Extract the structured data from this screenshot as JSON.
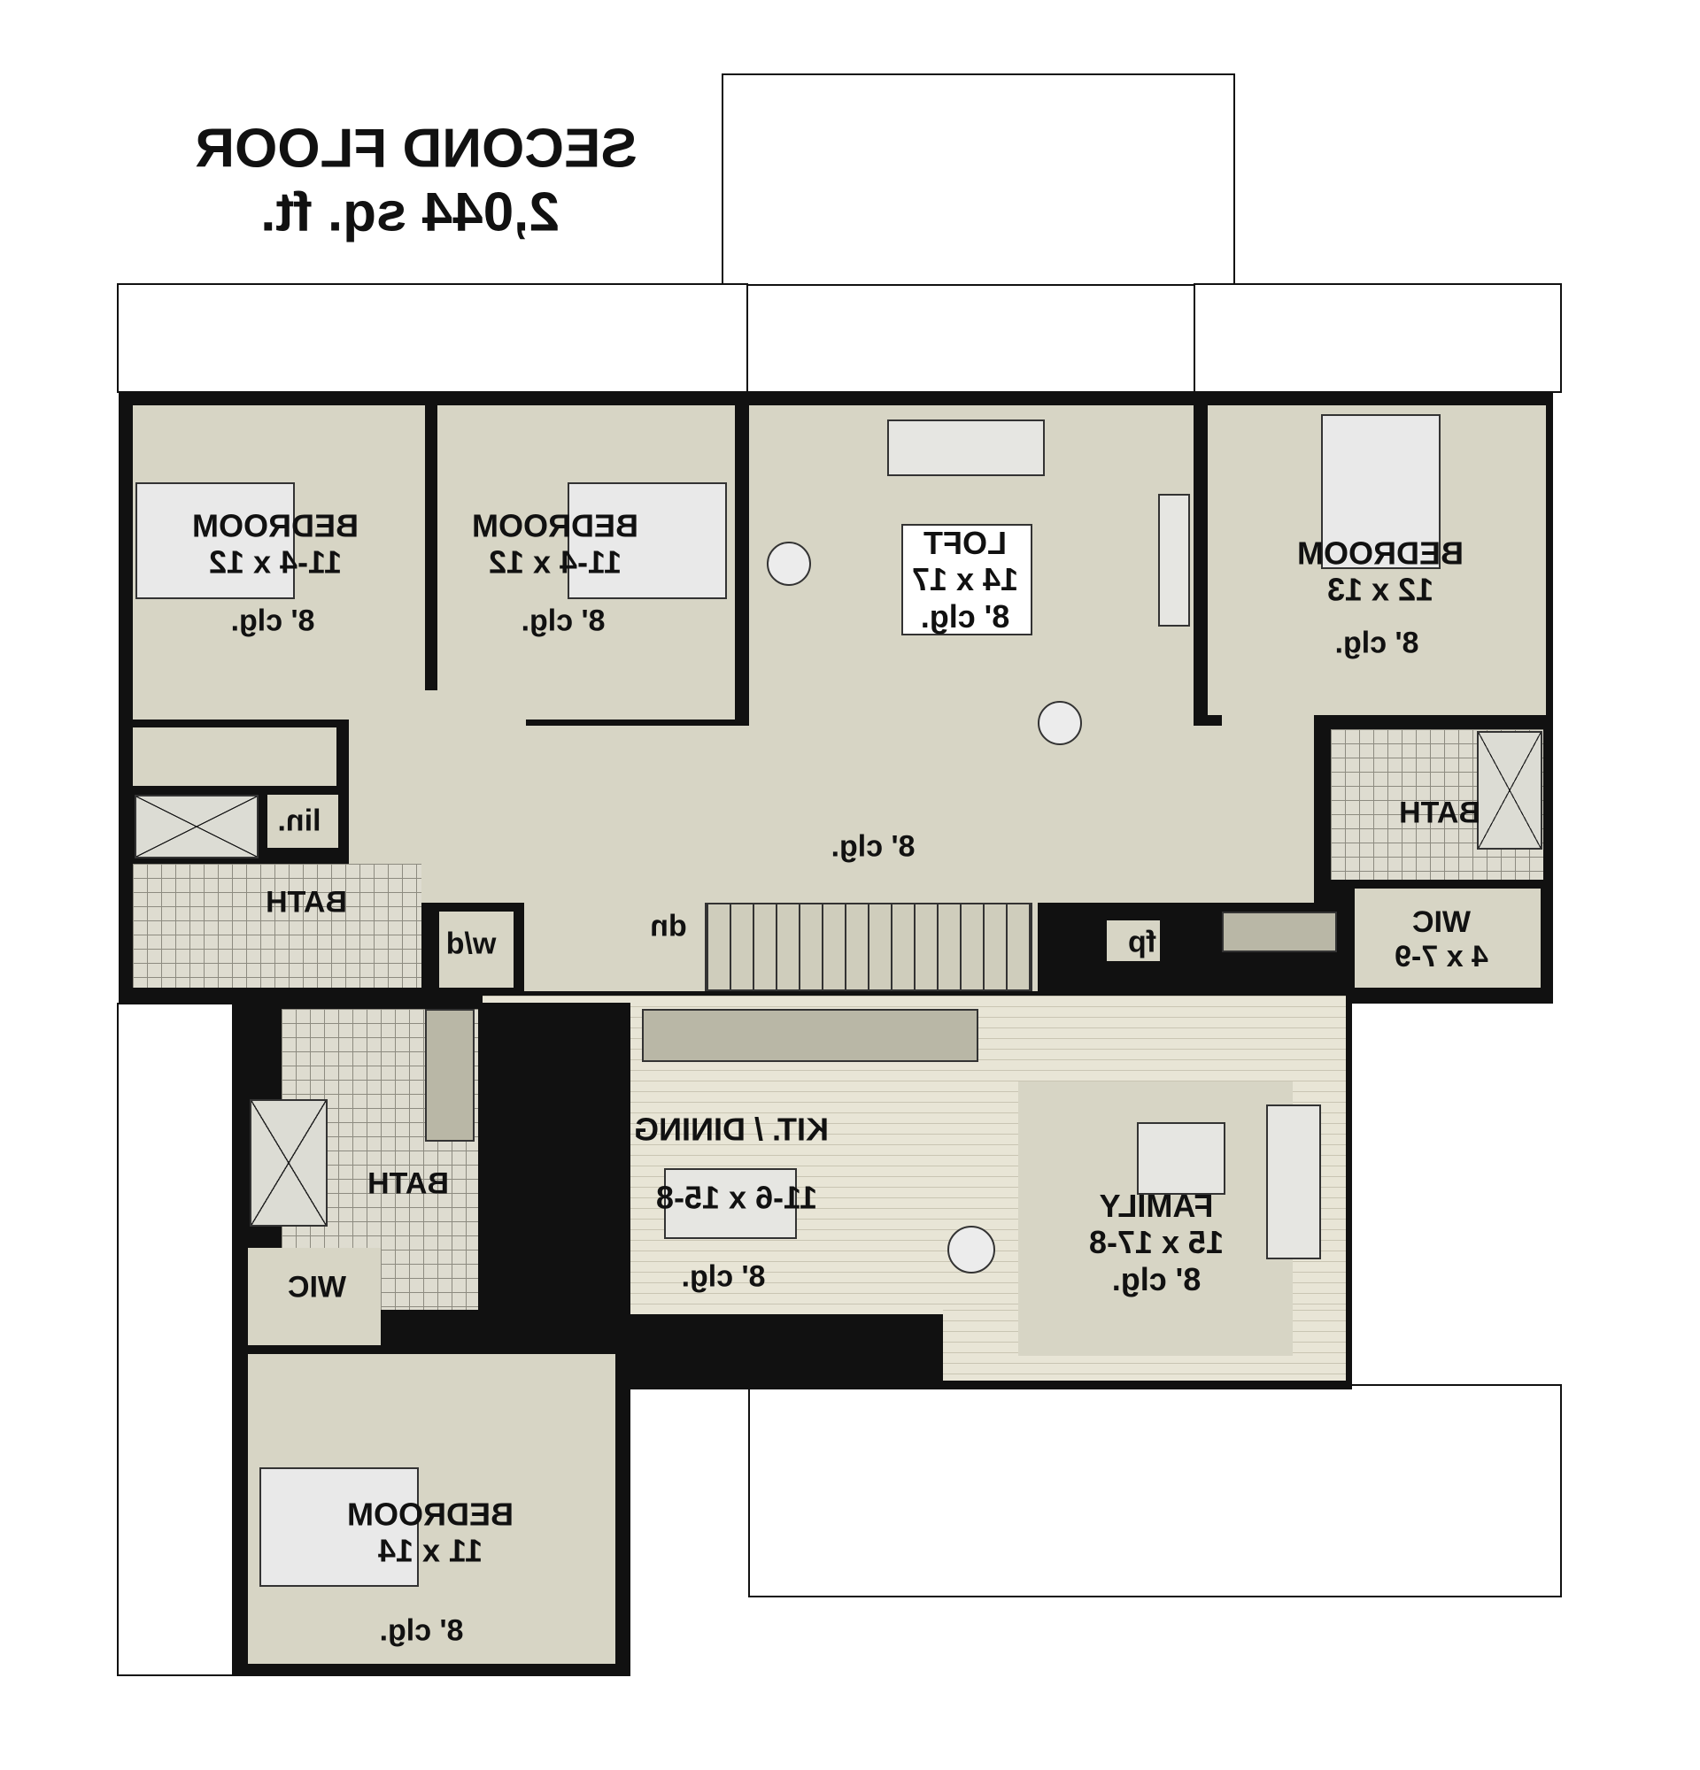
{
  "header": {
    "title": "SECOND FLOOR",
    "area": "2,044 sq. ft."
  },
  "rooms": {
    "bedroom1": {
      "name": "BEDROOM",
      "size": "11-4 x 12",
      "ceiling": "8' clg."
    },
    "bedroom2": {
      "name": "BEDROOM",
      "size": "11-4 x 12",
      "ceiling": "8' clg."
    },
    "loft": {
      "name": "LOFT",
      "size": "14 x 17",
      "ceiling": "8' clg."
    },
    "bedroom3": {
      "name": "BEDROOM",
      "size": "12 x 13",
      "ceiling": "8' clg."
    },
    "bath_right": {
      "name": "BATH"
    },
    "hall": {
      "ceiling": "8' clg."
    },
    "linen": {
      "name": "lin."
    },
    "bath_left": {
      "name": "BATH"
    },
    "laundry": {
      "name": "w/d"
    },
    "stairs": {
      "name": "dn"
    },
    "fireplace": {
      "name": "fp"
    },
    "wic_right": {
      "name": "WIC",
      "size": "4 x 7-9"
    },
    "kitchen_dining": {
      "name": "KIT. / DINING",
      "size": "11-6 x 15-8",
      "ceiling": "8' clg."
    },
    "family": {
      "name": "FAMILY",
      "size": "15 x 17-8",
      "ceiling": "8' clg."
    },
    "bath_lower": {
      "name": "BATH"
    },
    "wic_lower": {
      "name": "WIC"
    },
    "bedroom4": {
      "name": "BEDROOM",
      "size": "11 x 14",
      "ceiling": "8' clg."
    }
  },
  "colors": {
    "floor": "#d7d5c5",
    "wall": "#111111",
    "outline": "#111111"
  }
}
